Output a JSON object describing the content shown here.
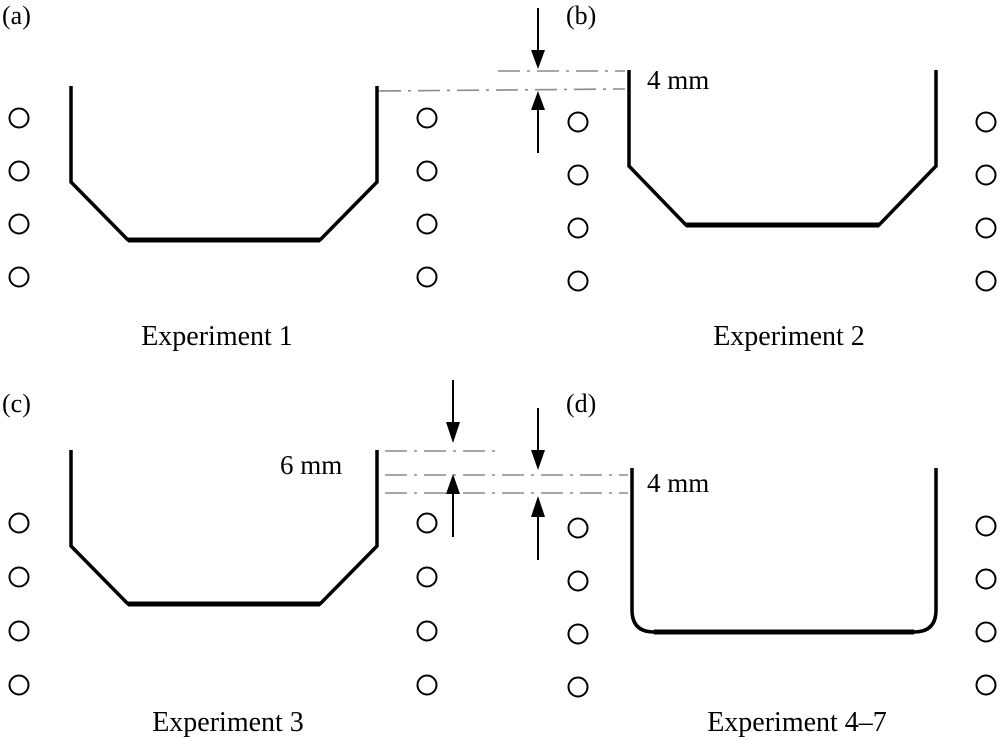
{
  "panels": [
    {
      "id": "a",
      "label": "(a)",
      "caption": "Experiment 1"
    },
    {
      "id": "b",
      "label": "(b)",
      "caption": "Experiment 2"
    },
    {
      "id": "c",
      "label": "(c)",
      "caption": "Experiment 3"
    },
    {
      "id": "d",
      "label": "(d)",
      "caption": "Experiment 4–7"
    }
  ],
  "dimensions": {
    "top_gap": "4 mm",
    "bottom_gap_left": "6 mm",
    "bottom_gap_right": "4 mm"
  }
}
